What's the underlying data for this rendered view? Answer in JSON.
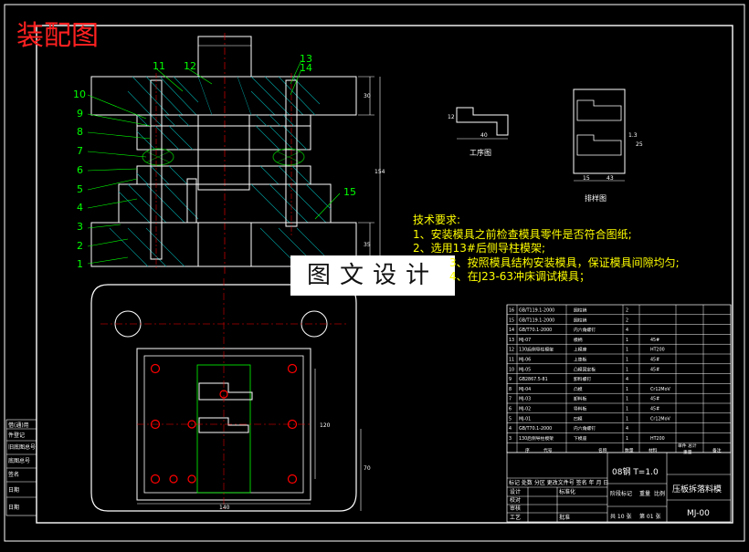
{
  "drawing": {
    "title": "装配图",
    "watermark": "图文设计",
    "tech_requirements": [
      "技术要求:",
      "1、安装模具之前检查模具零件是否符合图纸;",
      "2、选用13#后侧导柱模架;",
      "3、按照模具结构安装模具，保证模具间隙均匀;",
      "4、在J23-63冲床调试模具；"
    ],
    "process_label": "工序图",
    "layout_label": "排样图",
    "part_numbers": [
      "1",
      "2",
      "3",
      "4",
      "5",
      "6",
      "7",
      "8",
      "9",
      "10",
      "11",
      "12",
      "13",
      "14",
      "15"
    ],
    "dims": {
      "d40": "40",
      "d15": "15",
      "d43": "43",
      "d140": "140",
      "d120": "120",
      "d70": "70",
      "d30": "30",
      "d154": "154",
      "d35": "35",
      "d12": "12",
      "d13": "1.3",
      "d25": "25"
    },
    "left_stamps": [
      "借(通)用",
      "件登记",
      "旧底图总号",
      "底图总号",
      "签名",
      "日期",
      "日期"
    ],
    "bom": [
      {
        "no": "16",
        "code": "GB/T119.1-2000",
        "name": "圆柱销",
        "qty": "2",
        "mat": ""
      },
      {
        "no": "15",
        "code": "GB/T119.1-2000",
        "name": "圆柱销",
        "qty": "2",
        "mat": ""
      },
      {
        "no": "14",
        "code": "GB/T70.1-2000",
        "name": "内六角螺钉",
        "qty": "4",
        "mat": ""
      },
      {
        "no": "13",
        "code": "MJ-07",
        "name": "模柄",
        "qty": "1",
        "mat": "45#"
      },
      {
        "no": "12",
        "code": "130后侧导柱模架",
        "name": "上模座",
        "qty": "1",
        "mat": "HT200"
      },
      {
        "no": "11",
        "code": "MJ-06",
        "name": "上垫板",
        "qty": "1",
        "mat": "45#"
      },
      {
        "no": "10",
        "code": "MJ-05",
        "name": "凸模固定板",
        "qty": "1",
        "mat": "45#"
      },
      {
        "no": "9",
        "code": "GB2867.5-81",
        "name": "卸料螺钉",
        "qty": "4",
        "mat": ""
      },
      {
        "no": "8",
        "code": "MJ-04",
        "name": "凸模",
        "qty": "1",
        "mat": "Cr12MoV"
      },
      {
        "no": "7",
        "code": "MJ-03",
        "name": "卸料板",
        "qty": "1",
        "mat": "45#"
      },
      {
        "no": "6",
        "code": "MJ-02",
        "name": "导料板",
        "qty": "1",
        "mat": "45#"
      },
      {
        "no": "5",
        "code": "MJ-01",
        "name": "凹模",
        "qty": "1",
        "mat": "Cr12MoV"
      },
      {
        "no": "4",
        "code": "GB/T70.1-2000",
        "name": "内六角螺钉",
        "qty": "4",
        "mat": ""
      },
      {
        "no": "3",
        "code": "130后侧导柱模架",
        "name": "下模座",
        "qty": "1",
        "mat": "HT200"
      }
    ],
    "bom_header": {
      "no": "序",
      "code": "代号",
      "name": "名称",
      "qty": "数量",
      "mat": "材料",
      "unit": "单件 总计",
      "weight": "重量",
      "note": "备注"
    },
    "titleblock": {
      "material": "08钢 T=1.0",
      "product": "压板拆落料模",
      "code": "MJ-00",
      "stage": "阶段标记",
      "weight": "重量",
      "scale": "比例",
      "sheet": "共 10 张",
      "page": "第 01 张",
      "rows": [
        "设计",
        "校对",
        "审核",
        "工艺",
        "标准化",
        "批准"
      ],
      "rev": "标记 处数 分区 更改文件号 签名 年 月 日"
    }
  }
}
